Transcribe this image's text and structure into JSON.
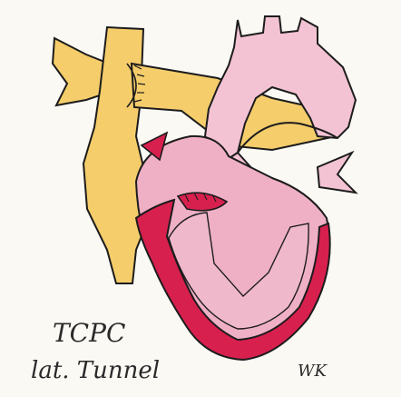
{
  "labels": {
    "title": "TCPC",
    "subtitle": "lat. Tunnel",
    "signature": "WK"
  },
  "colors": {
    "background": "#fbf9f4",
    "venous_yellow": "#f5cd6b",
    "aorta_pink": "#f3c3d3",
    "heart_pink": "#efb0c6",
    "myocardium_red": "#d8204f",
    "outline": "#1c1c1c"
  }
}
